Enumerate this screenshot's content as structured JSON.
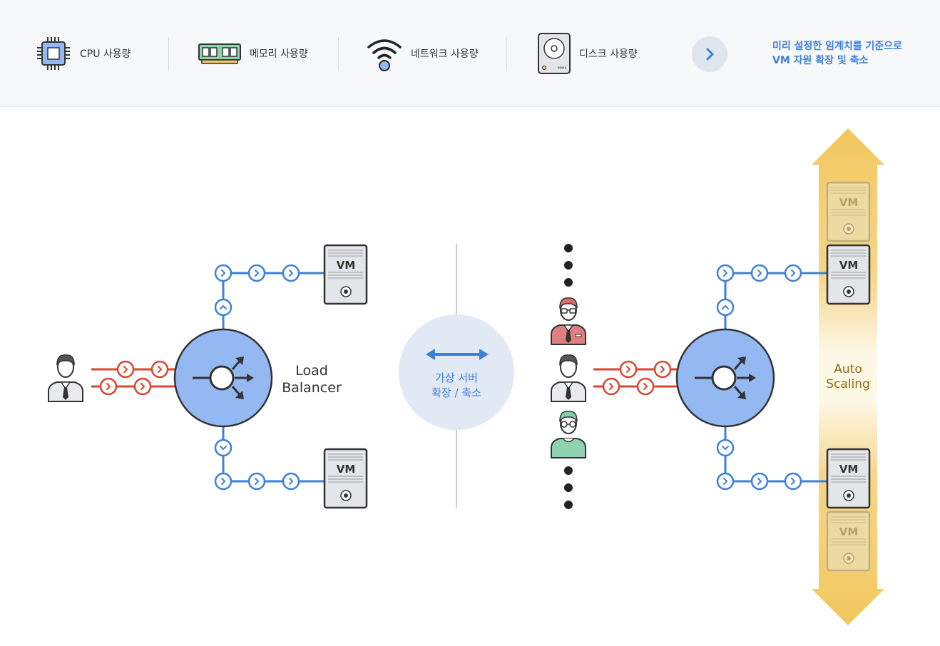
{
  "metrics": [
    {
      "icon": "cpu-icon",
      "label": "CPU 사용량"
    },
    {
      "icon": "memory-icon",
      "label": "메모리 사용량"
    },
    {
      "icon": "wifi-icon",
      "label": "네트워크 사용량"
    },
    {
      "icon": "disk-icon",
      "label": "디스크 사용량"
    }
  ],
  "summary": {
    "line1": "미리 설정한 임계치를 기준으로",
    "line2": "VM 자원 확장 및 축소"
  },
  "diagram": {
    "vm_label": "VM",
    "load_balancer": {
      "line1": "Load",
      "line2": "Balancer"
    },
    "scale_circle": {
      "line1": "가상 서버",
      "line2": "확장 / 축소"
    },
    "auto_scaling": {
      "line1": "Auto",
      "line2": "Scaling"
    }
  },
  "colors": {
    "blue_line": "#3e7fd8",
    "red_line": "#d9452f",
    "lb_fill": "#93b8f2",
    "vm_fill": "#e4e5e8",
    "vm_ghost_fill": "#ecdcaa",
    "auto_scaling_arrow": "#f2c85e",
    "auto_scaling_text": "#8a6a12",
    "accent_text": "#3f7fd9"
  }
}
